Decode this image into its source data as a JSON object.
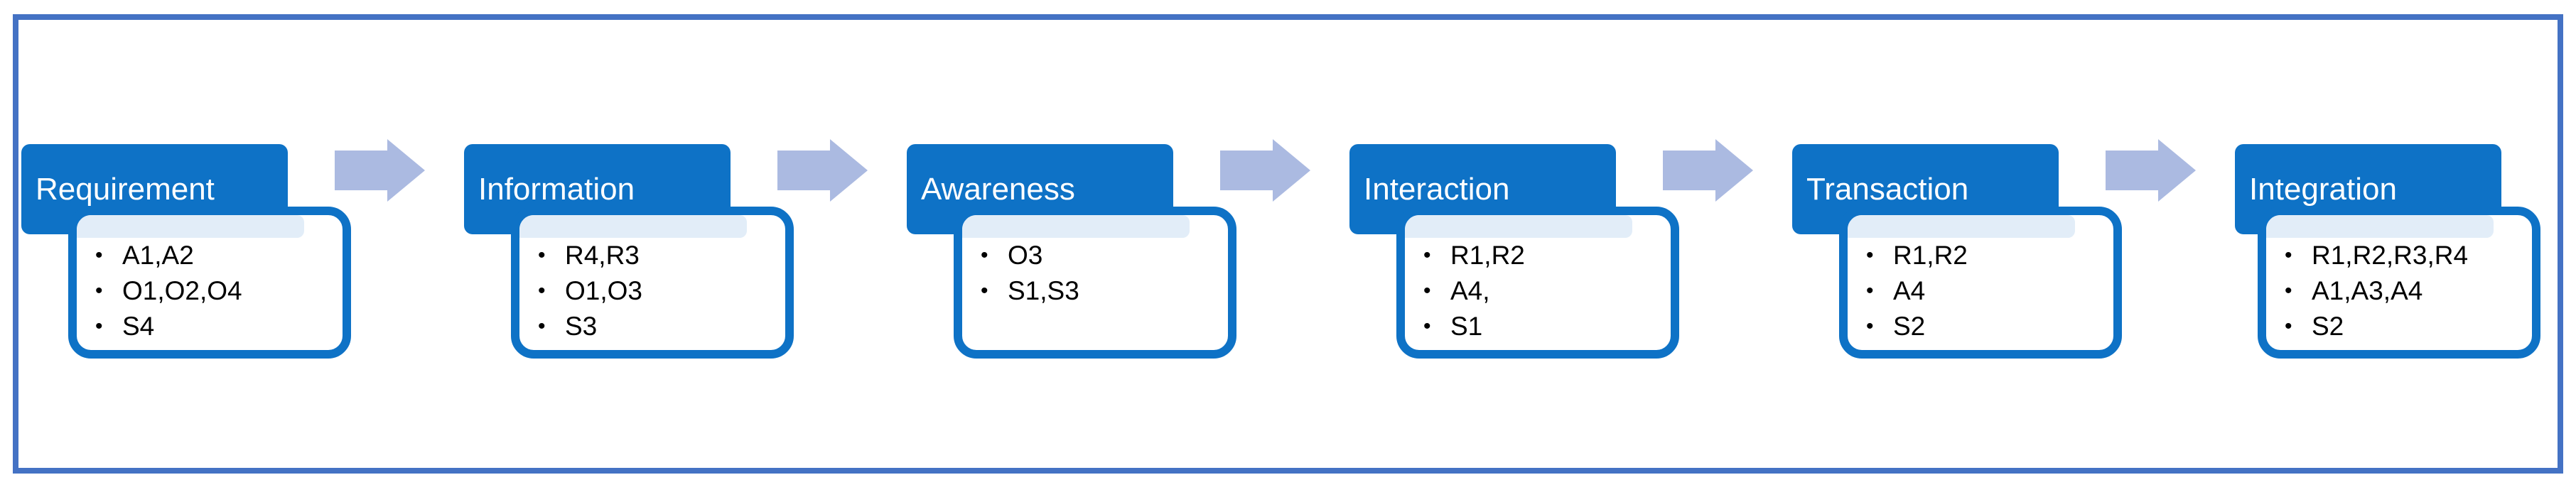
{
  "diagram": {
    "type": "process-flow",
    "bullet_char": "•",
    "stages": [
      {
        "title": "Requirement",
        "bullets": [
          "A1,A2",
          "O1,O2,O4",
          "S4"
        ]
      },
      {
        "title": "Information",
        "bullets": [
          "R4,R3",
          "O1,O3",
          "S3"
        ]
      },
      {
        "title": "Awareness",
        "bullets": [
          "O3",
          "S1,S3"
        ]
      },
      {
        "title": "Interaction",
        "bullets": [
          "R1,R2",
          "A4,",
          "S1"
        ]
      },
      {
        "title": "Transaction",
        "bullets": [
          "R1,R2",
          "A4",
          "S2"
        ]
      },
      {
        "title": "Integration",
        "bullets": [
          "R1,R2,R3,R4",
          "A1,A3,A4",
          "S2"
        ]
      }
    ],
    "colors": {
      "stage_header_fill": "#0E72C6",
      "box_border": "#0E72C6",
      "header_band": "#E2EDF8",
      "arrow_fill": "#ABBAE1",
      "outer_frame_border": "#4472C4",
      "title_text": "#FFFFFF",
      "bullet_text": "#000000"
    }
  }
}
